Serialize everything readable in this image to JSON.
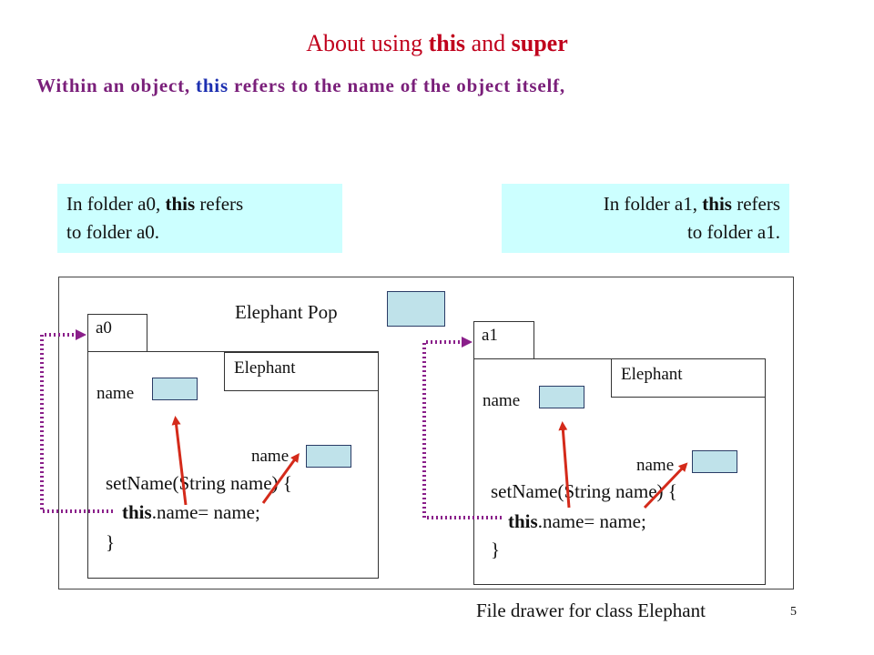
{
  "title": {
    "prefix": "About using ",
    "kw1": "this",
    "mid": " and ",
    "kw2": "super"
  },
  "subtitle": {
    "prefix": "Within an object, ",
    "kw": "this",
    "suffix": " refers to the name of the object itself,"
  },
  "notes": {
    "left": {
      "prefix": "In folder a0, ",
      "kw": "this",
      "suffix": " refers",
      "line2": "to folder a0."
    },
    "right": {
      "prefix": "In folder a1, ",
      "kw": "this",
      "suffix": " refers",
      "line2": "to folder a1."
    }
  },
  "drawer": {
    "class_label": "Elephant Pop",
    "caption": "File drawer for class Elephant"
  },
  "folders": [
    {
      "tab": "a0",
      "class_name": "Elephant",
      "field_label": "name",
      "param_label": "name",
      "code_line1": "setName(String name) {",
      "code_kw": "this",
      "code_line2_rest": ".name= name;",
      "code_line3": "}"
    },
    {
      "tab": "a1",
      "class_name": "Elephant",
      "field_label": "name",
      "param_label": "name",
      "code_line1": "setName(String name) {",
      "code_kw": "this",
      "code_line2_rest": ".name= name;",
      "code_line3": "}"
    }
  ],
  "page_number": "5",
  "colors": {
    "title": "#c0001c",
    "subtitle": "#7a1f7a",
    "keyword": "#1c2fb0",
    "note_bg": "#ccffff",
    "field_fill": "#bfe2ea",
    "arrow_red": "#d42a1a",
    "dotted_purple": "#8a1f8a"
  }
}
